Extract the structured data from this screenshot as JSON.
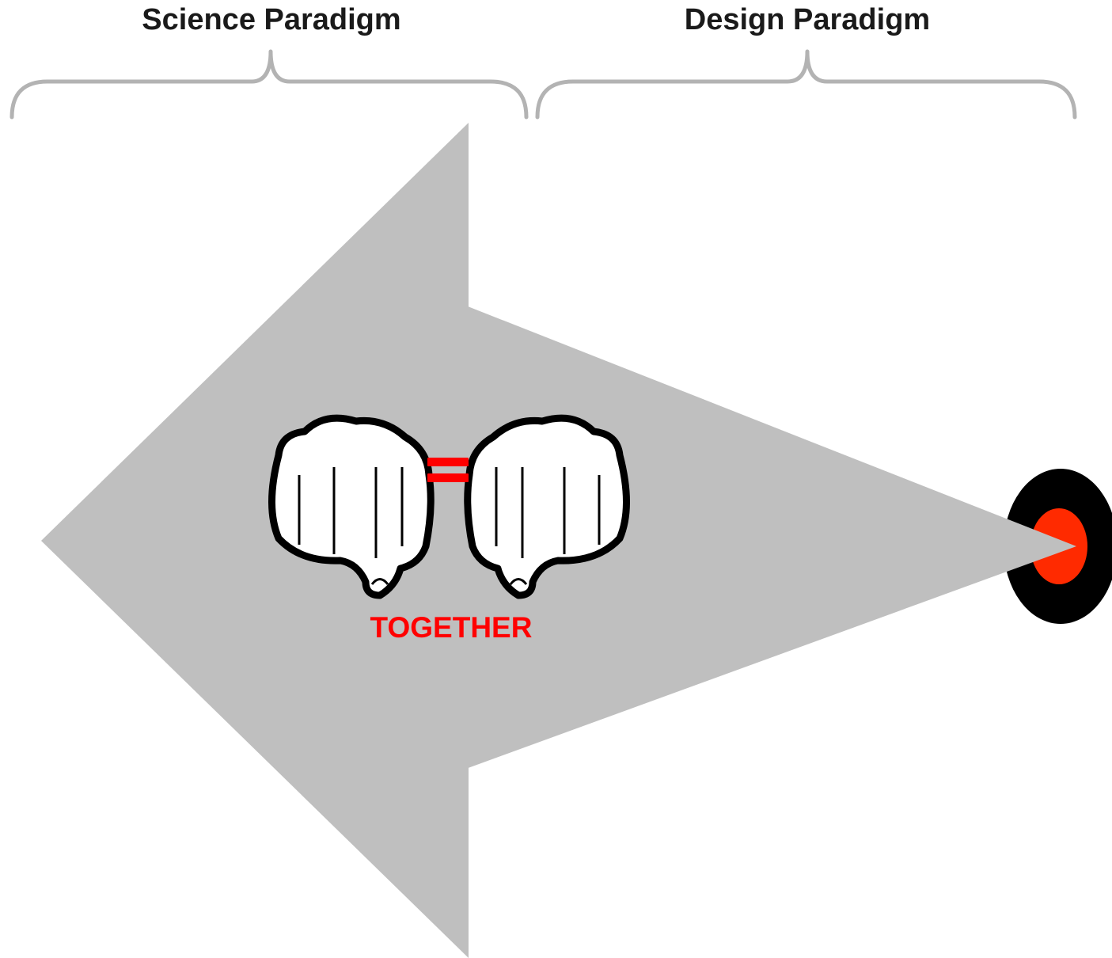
{
  "labels": {
    "left": "Science Paradigm",
    "right": "Design Paradigm"
  },
  "center_text": "TOGETHER",
  "icons": {
    "left_fist": "fist-icon",
    "right_fist": "fist-icon",
    "equals": "equals-sign",
    "target": "target-icon"
  },
  "colors": {
    "arrow": "#bfbfbf",
    "bracket": "#b3b3b3",
    "accent": "#ff0000",
    "target_outer": "#000000",
    "target_inner": "#ff2a00"
  }
}
